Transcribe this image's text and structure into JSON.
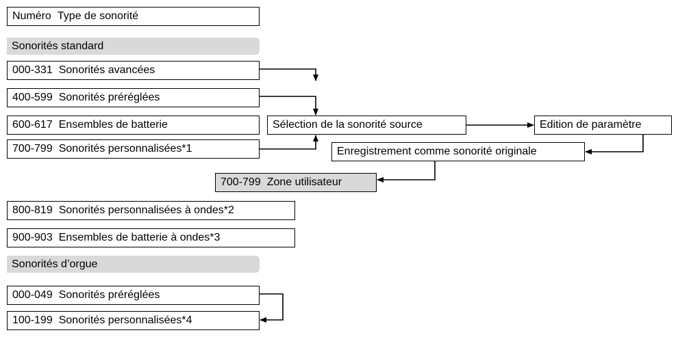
{
  "header_row": {
    "number": "Numéro",
    "type": "Type de sonorité"
  },
  "sections": {
    "standard": "Sonorités standard",
    "organ": "Sonorités d’orgue"
  },
  "standard_rows": [
    {
      "number": "000-331",
      "label": "Sonorités avancées"
    },
    {
      "number": "400-599",
      "label": "Sonorités préréglées"
    },
    {
      "number": "600-617",
      "label": "Ensembles de batterie"
    },
    {
      "number": "700-799",
      "label": "Sonorités personnalisées*1"
    }
  ],
  "wave_rows": [
    {
      "number": "800-819",
      "label": "Sonorités personnalisées à ondes*2"
    },
    {
      "number": "900-903",
      "label": "Ensembles de batterie à ondes*3"
    }
  ],
  "organ_rows": [
    {
      "number": "000-049",
      "label": "Sonorités préréglées"
    },
    {
      "number": "100-199",
      "label": "Sonorités personnalisées*4"
    }
  ],
  "flow": {
    "source_selection": "Sélection de la sonorité source",
    "parameter_edit": "Edition de paramètre",
    "save_original": "Enregistrement comme sonorité originale",
    "user_area_number": "700-799",
    "user_area_label": "Zone utilisateur"
  }
}
